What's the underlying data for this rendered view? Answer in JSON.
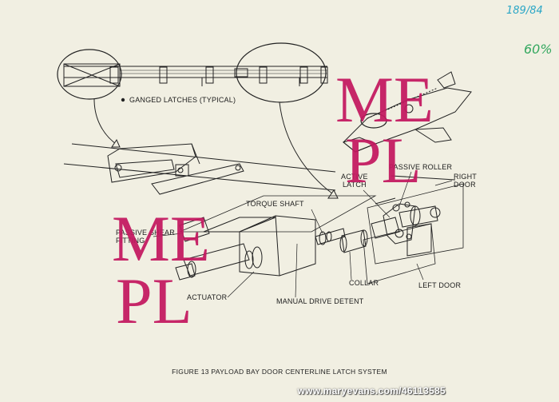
{
  "handwritten": {
    "ref": "189/84",
    "percent": "60%"
  },
  "labels": {
    "ganged_latches": "GANGED LATCHES (TYPICAL)",
    "passive_roller": "PASSIVE ROLLER",
    "active_latch": "ACTIVE\nLATCH",
    "right_door": "RIGHT\nDOOR",
    "torque_shaft": "TORQUE SHAFT",
    "passive_shear": "PASSIVE SHEAR\nFITTING",
    "actuator": "ACTUATOR",
    "manual_drive_detent": "MANUAL DRIVE DETENT",
    "collar": "COLLAR",
    "left_door": "LEFT DOOR"
  },
  "caption": "FIGURE 13  PAYLOAD BAY DOOR CENTERLINE LATCH SYSTEM",
  "watermark": {
    "text_top": "ME",
    "text_bottom": "PL"
  },
  "credit": "www.maryevans.com/46113585",
  "colors": {
    "watermark": "#c3175f",
    "ink": "#1d1d1d",
    "paper": "#f1efe2",
    "pen": "#2aa6c6"
  }
}
